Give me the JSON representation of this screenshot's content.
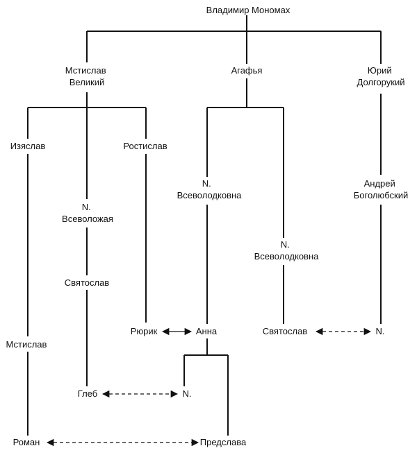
{
  "title": "Владимир Мономах",
  "nodes": {
    "vladimir": [
      "Владимир Мономах"
    ],
    "mstislav_v": [
      "Мстислав",
      "Великий"
    ],
    "agafya": [
      "Агафья"
    ],
    "yuri": [
      "Юрий",
      "Долгорукий"
    ],
    "izyaslav": [
      "Изяслав"
    ],
    "rostislav": [
      "Ростислав"
    ],
    "n_vsevolozhaya": [
      "N.",
      "Всеволожая"
    ],
    "n_vsevolodkovna_1": [
      "N.",
      "Всеволодковна"
    ],
    "n_vsevolodkovna_2": [
      "N.",
      "Всеволодковна"
    ],
    "andrei": [
      "Андрей",
      "Боголюбский"
    ],
    "svyatoslav_1": [
      "Святослав"
    ],
    "ryurik": [
      "Рюрик"
    ],
    "anna": [
      "Анна"
    ],
    "svyatoslav_2": [
      "Святослав"
    ],
    "n_right": [
      "N."
    ],
    "mstislav": [
      "Мстислав"
    ],
    "gleb": [
      "Глеб"
    ],
    "n_mid": [
      "N."
    ],
    "roman": [
      "Роман"
    ],
    "predslava": [
      "Предслава"
    ]
  }
}
